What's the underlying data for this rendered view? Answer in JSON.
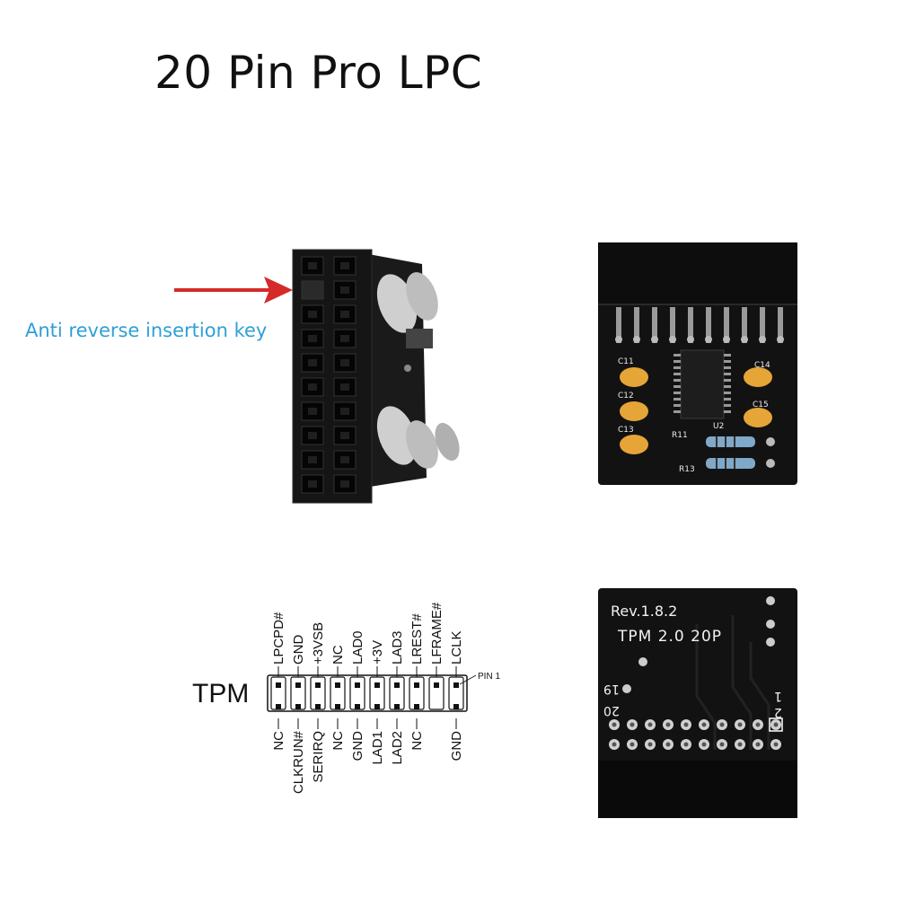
{
  "title": "20 Pin Pro LPC",
  "key_annotation": "Anti reverse insertion key",
  "colors": {
    "annotation_text": "#2f9fd6",
    "arrow": "#d42a2a",
    "pcb": "#121212",
    "tantalum": "#e6a537"
  },
  "front_board": {
    "labels": [
      "C11",
      "C12",
      "C13",
      "C14",
      "C15",
      "U2",
      "R11",
      "R13"
    ]
  },
  "back_board": {
    "rev": "Rev.1.8.2",
    "model": "TPM 2.0 20P",
    "pin_labels": {
      "p19": "19",
      "p20": "20",
      "p1": "1",
      "p2": "2"
    }
  },
  "pinout": {
    "label": "TPM",
    "pin1_label": "PIN 1",
    "top_row": [
      "LPCPD#",
      "GND",
      "+3VSB",
      "NC",
      "LAD0",
      "+3V",
      "LAD3",
      "LREST#",
      "LFRAME#",
      "LCLK"
    ],
    "bottom_row": [
      "NC",
      "CLKRUN#",
      "SERIRQ",
      "NC",
      "GND",
      "LAD1",
      "LAD2",
      "NC",
      "",
      "GND"
    ]
  }
}
